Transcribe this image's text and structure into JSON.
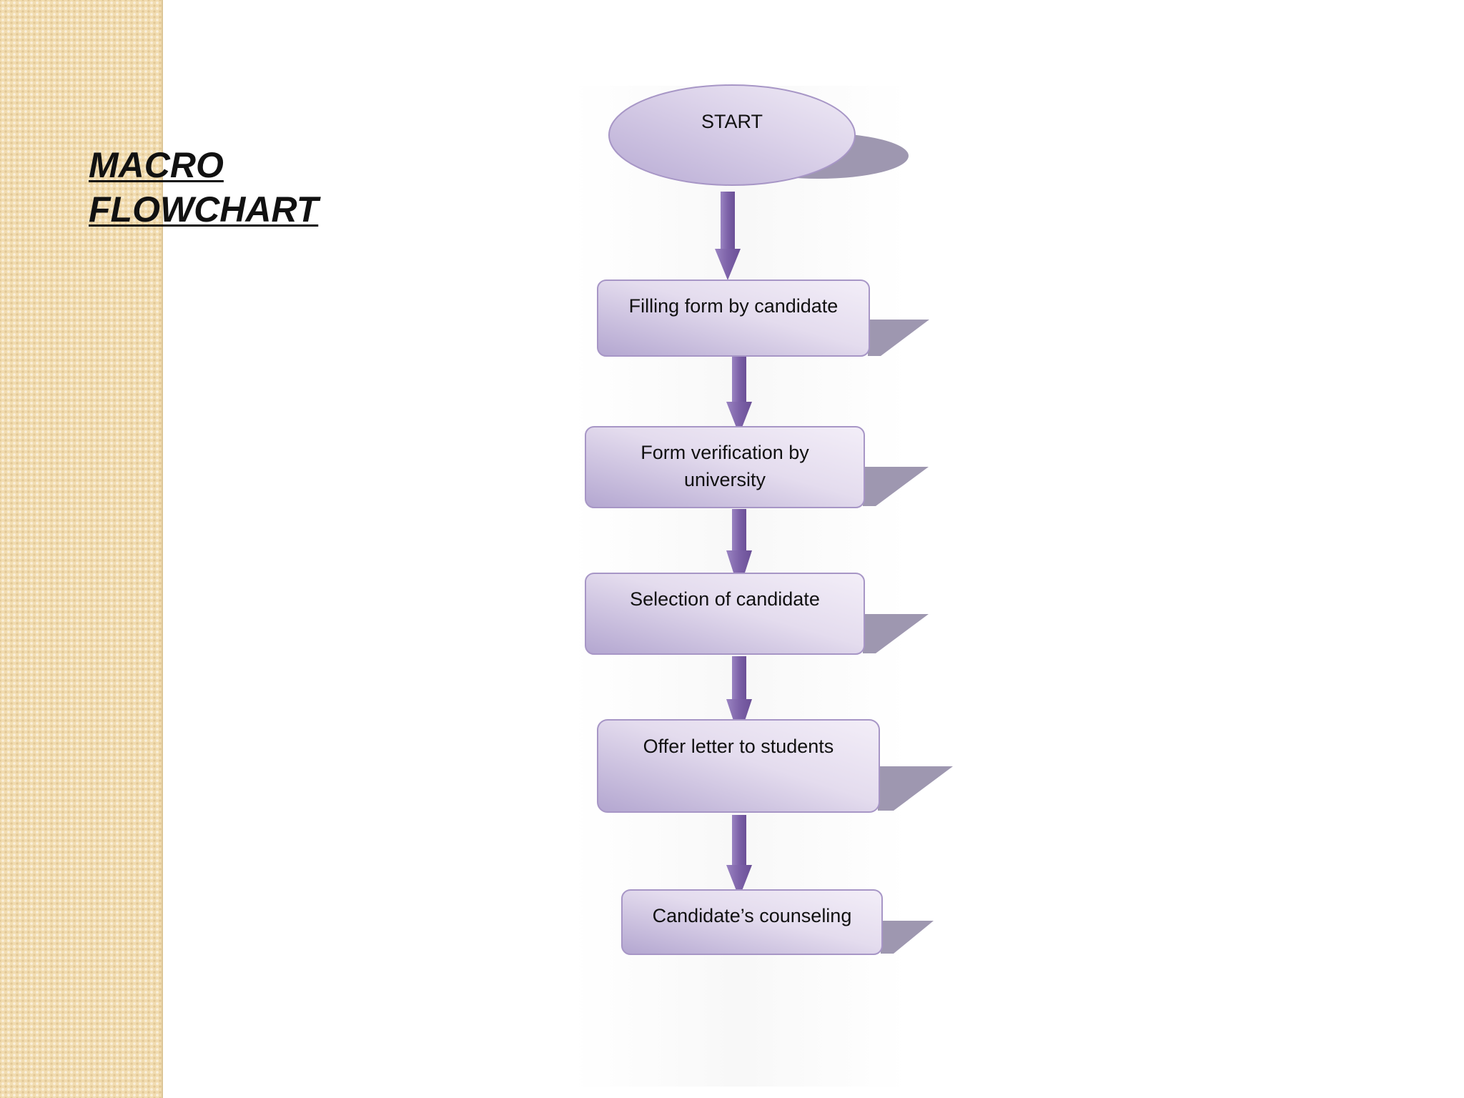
{
  "title": {
    "line1": "MACRO",
    "line2": "FLOWCHART"
  },
  "nodes": [
    {
      "id": "start",
      "shape": "ellipse",
      "lines": [
        "START"
      ]
    },
    {
      "id": "filling-form",
      "shape": "rect",
      "lines": [
        "Filling form by candidate"
      ]
    },
    {
      "id": "form-verification",
      "shape": "rect",
      "lines": [
        "Form verification by",
        "university"
      ]
    },
    {
      "id": "selection",
      "shape": "rect",
      "lines": [
        "Selection of candidate"
      ]
    },
    {
      "id": "offer-letter",
      "shape": "rect",
      "lines": [
        "Offer letter to students"
      ]
    },
    {
      "id": "counseling",
      "shape": "rect",
      "lines": [
        "Candidate’s counseling"
      ]
    }
  ],
  "edges": [
    {
      "from": "start",
      "to": "filling-form"
    },
    {
      "from": "filling-form",
      "to": "form-verification"
    },
    {
      "from": "form-verification",
      "to": "selection"
    },
    {
      "from": "selection",
      "to": "offer-letter"
    },
    {
      "from": "offer-letter",
      "to": "counseling"
    }
  ],
  "colors": {
    "node_fill_light": "#f3eef8",
    "node_fill_dark": "#b3a6d0",
    "node_stroke": "#a796c6",
    "arrow": "#7d62a8",
    "shadow": "#9e97b0",
    "side_strip": "#f1dcb0"
  }
}
